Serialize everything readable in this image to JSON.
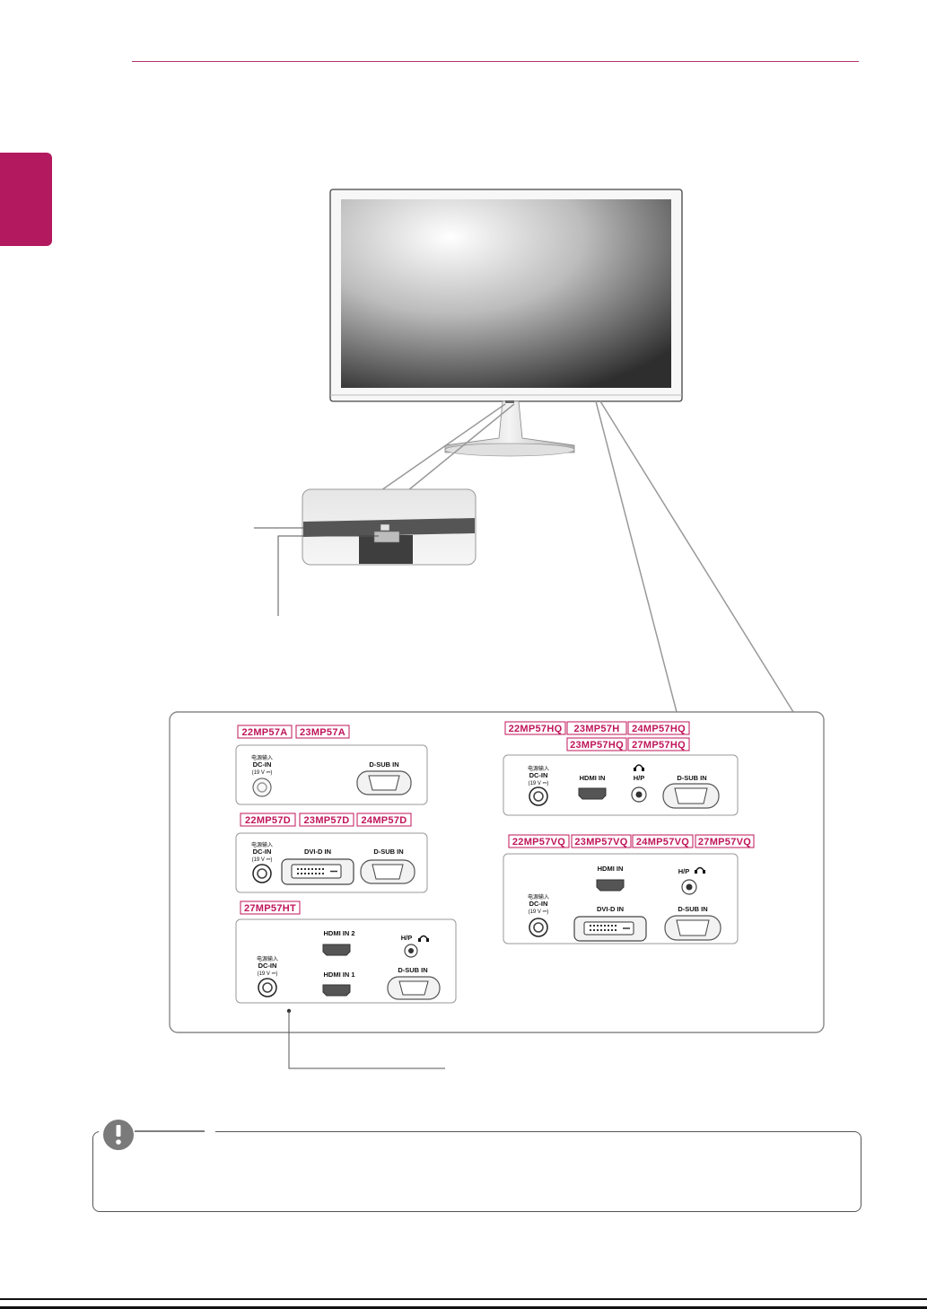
{
  "models": {
    "group_a": [
      "22MP57A",
      "23MP57A"
    ],
    "group_d": [
      "22MP57D",
      "23MP57D",
      "24MP57D"
    ],
    "group_ht": [
      "27MP57HT"
    ],
    "group_hq_row1": [
      "22MP57HQ",
      "23MP57H",
      "24MP57HQ"
    ],
    "group_hq_row2": [
      "23MP57HQ",
      "27MP57HQ"
    ],
    "group_vq": [
      "22MP57VQ",
      "23MP57VQ",
      "24MP57VQ",
      "27MP57VQ"
    ]
  },
  "ports": {
    "power_cn": "电源输入",
    "dc_in": "DC-IN",
    "dc_rating": "(19 V ⎓)",
    "d_sub_in": "D-SUB IN",
    "dvi_d_in": "DVI-D IN",
    "hdmi_in": "HDMI IN",
    "hdmi_in_1": "HDMI IN 1",
    "hdmi_in_2": "HDMI IN 2",
    "hp": "H/P"
  },
  "icons": {
    "note": "exclamation-icon",
    "headphone": "headphone-icon"
  },
  "colors": {
    "accent": "#b3195f",
    "rule": "#b0346e",
    "callout": "#999999"
  }
}
